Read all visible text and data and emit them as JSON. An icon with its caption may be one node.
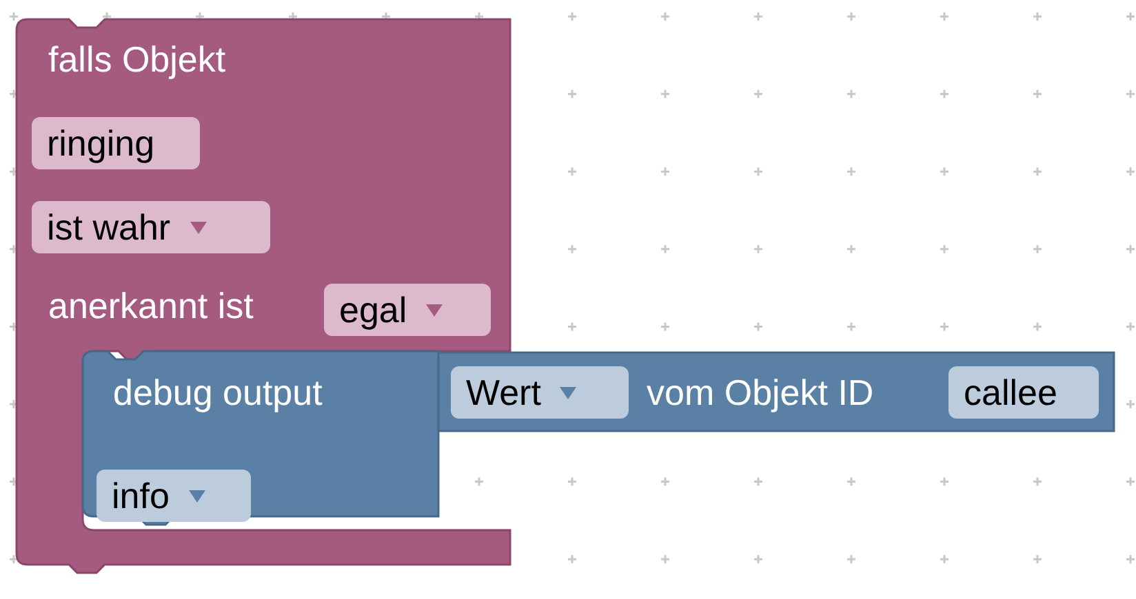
{
  "diagram": {
    "nodes": [
      {
        "text": [
          "falls Objekt",
          "anerkannt ist"
        ]
      },
      {
        "text": [
          "ringing"
        ],
        "in": 0
      },
      {
        "text": [
          "ist wahr"
        ],
        "in": 0
      },
      {
        "text": [
          "egal"
        ],
        "in": 0
      },
      {
        "text": [
          "debug output"
        ],
        "in": 0
      },
      {
        "text": [
          "info"
        ],
        "in": 4
      },
      {
        "text": [
          "vom Objekt ID"
        ]
      },
      {
        "text": [
          "Wert"
        ],
        "in": 6
      },
      {
        "text": [
          "callee"
        ],
        "in": 6
      }
    ]
  }
}
